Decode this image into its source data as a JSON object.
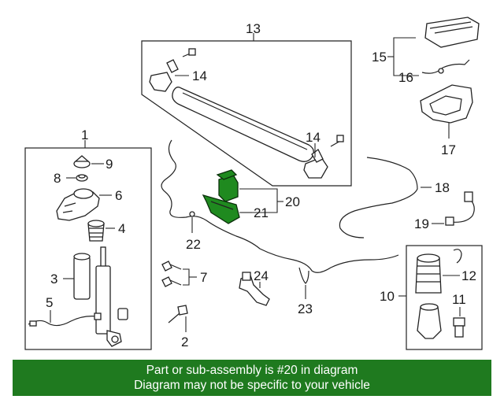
{
  "callouts": {
    "c1": "1",
    "c2": "2",
    "c3": "3",
    "c4": "4",
    "c5": "5",
    "c6": "6",
    "c7": "7",
    "c8": "8",
    "c9": "9",
    "c10": "10",
    "c11": "11",
    "c12": "12",
    "c13": "13",
    "c14a": "14",
    "c14b": "14",
    "c15": "15",
    "c16": "16",
    "c17": "17",
    "c18": "18",
    "c19": "19",
    "c20": "20",
    "c21": "21",
    "c22": "22",
    "c23": "23",
    "c24": "24"
  },
  "banner": {
    "line1": "Part or sub-assembly is #20 in diagram",
    "line2": "Diagram may not be specific to your vehicle",
    "color": "#1f7a1f"
  },
  "highlight_color": "#1f8a1f"
}
